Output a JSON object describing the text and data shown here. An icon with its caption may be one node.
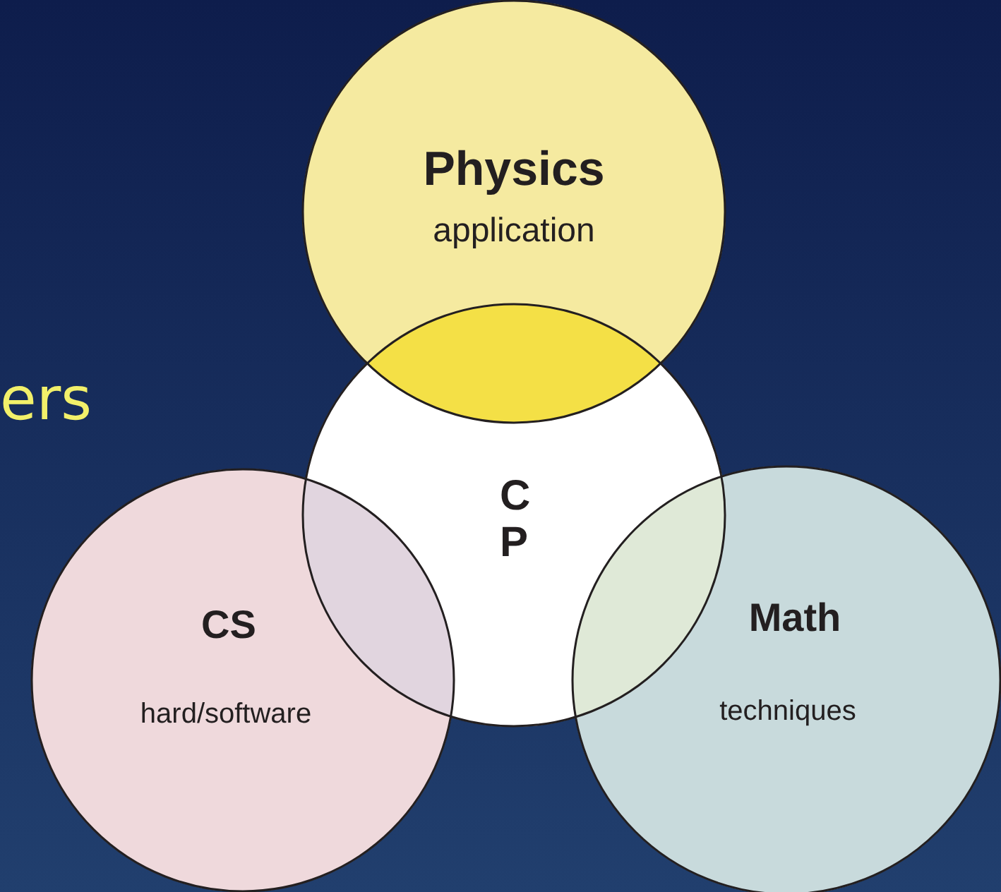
{
  "diagram": {
    "nodes": [
      {
        "text": [
          "Physics",
          "application"
        ]
      },
      {
        "text": [
          "C P"
        ]
      },
      {
        "text": [
          "CS",
          "hard/software"
        ]
      },
      {
        "text": [
          "Math",
          "techniques"
        ]
      },
      {
        "text": [],
        "shape": "lens"
      },
      {
        "text": [],
        "shape": "lens"
      },
      {
        "text": [],
        "shape": "lens"
      }
    ],
    "labels": [
      "ers"
    ]
  }
}
